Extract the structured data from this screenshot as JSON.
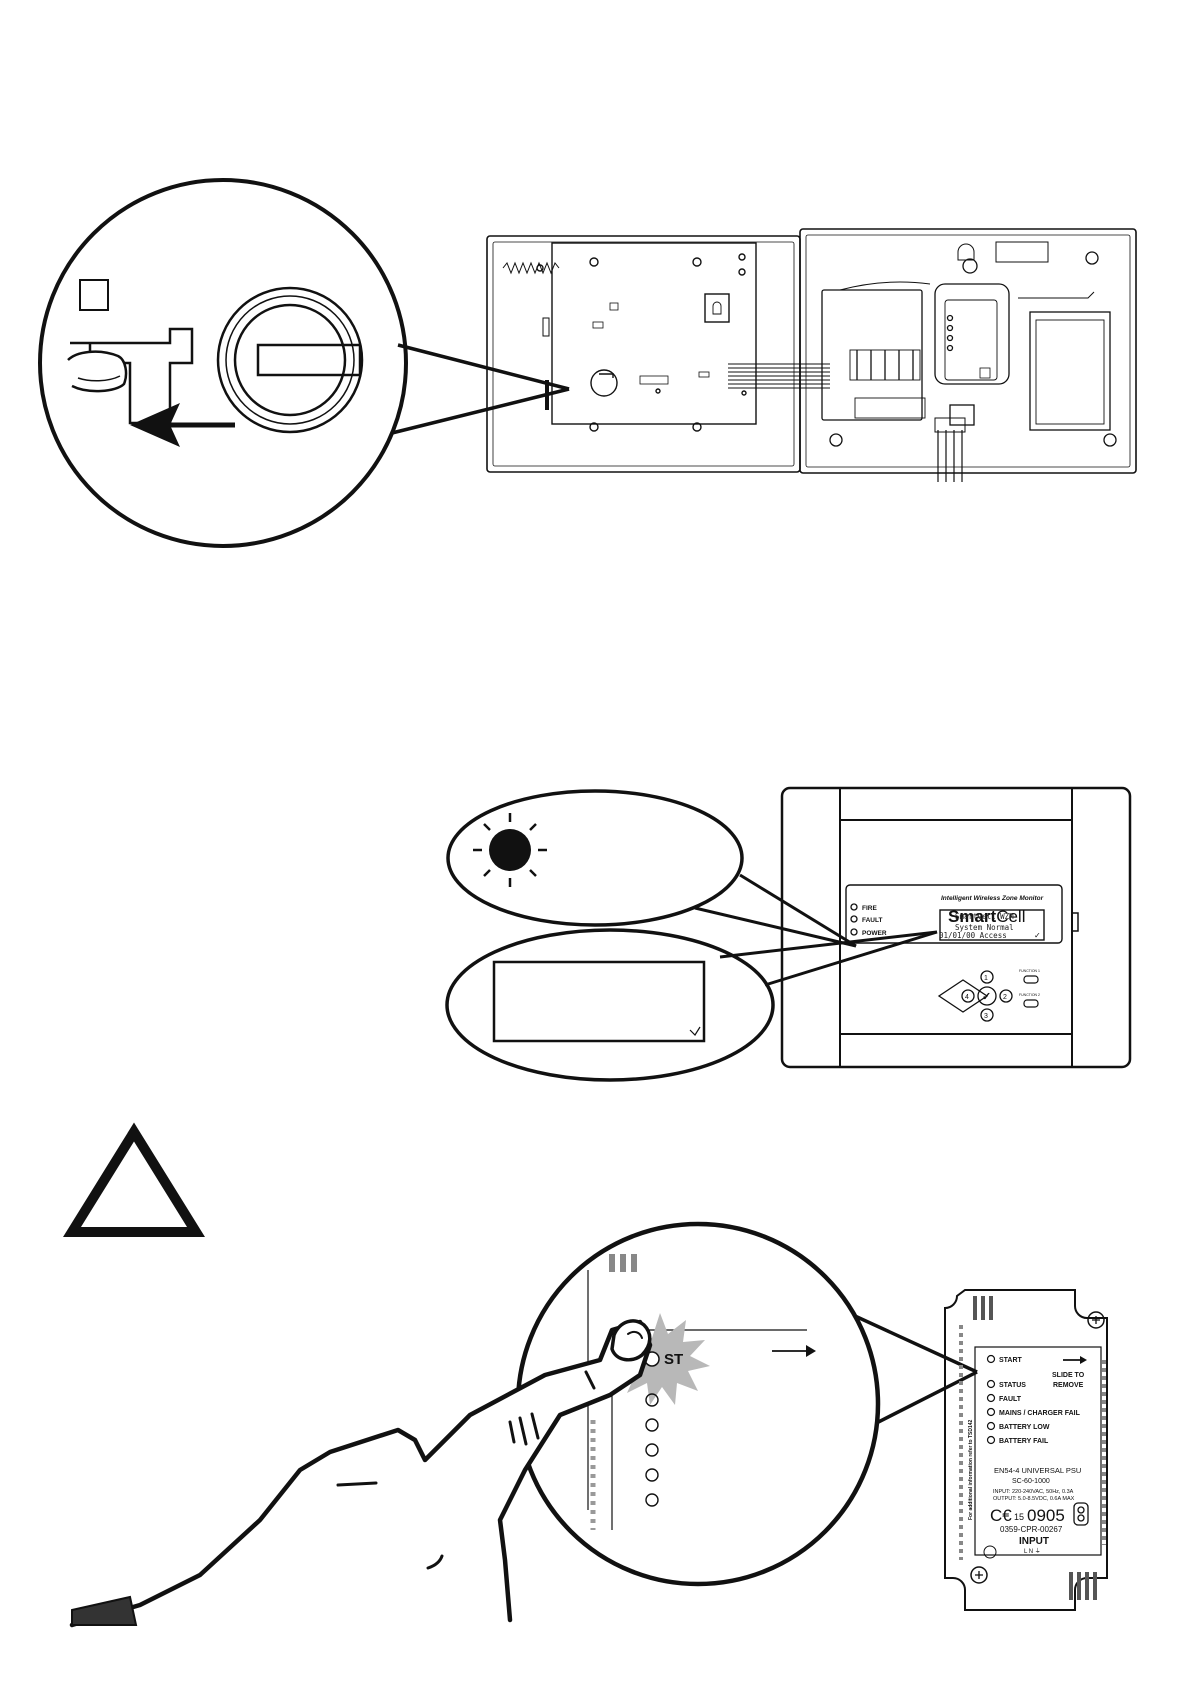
{
  "panel": {
    "brand_a": "Smart",
    "brand_b": "Cell",
    "subtitle": "Intelligent Wireless Zone Monitor",
    "leds": [
      "FIRE",
      "FAULT",
      "POWER"
    ],
    "lcd_line1": "SmartCell WZM",
    "lcd_line2": "System Normal",
    "lcd_line3": "01/01/00    Access",
    "lcd_tick": "✓",
    "function1": "FUNCTION 1",
    "function2": "FUNCTION 2",
    "key_up": "1",
    "key_right": "2",
    "key_down": "3",
    "key_left": "4",
    "key_center": "✓"
  },
  "psu": {
    "zoom_start_label": "ST",
    "leds": [
      "START",
      "STATUS",
      "FAULT",
      "MAINS / CHARGER FAIL",
      "BATTERY LOW",
      "BATTERY FAIL"
    ],
    "slide_line1": "SLIDE TO",
    "slide_line2": "REMOVE",
    "side_text": "For additional information refer to TSD142",
    "model_line1": "EN54-4 UNIVERSAL PSU",
    "model_line2": "SC-60-1000",
    "input_spec": "INPUT: 220-240VAC, 50Hz, 0.3A",
    "output_spec": "OUTPUT: 5.0-8.5VDC, 0.6A MAX",
    "ce_mark": "C€",
    "ce_year": "15",
    "notified_body": "0905",
    "cpr": "0359-CPR-00267",
    "input_label": "INPUT",
    "terminals": "L  N  ⏚"
  }
}
